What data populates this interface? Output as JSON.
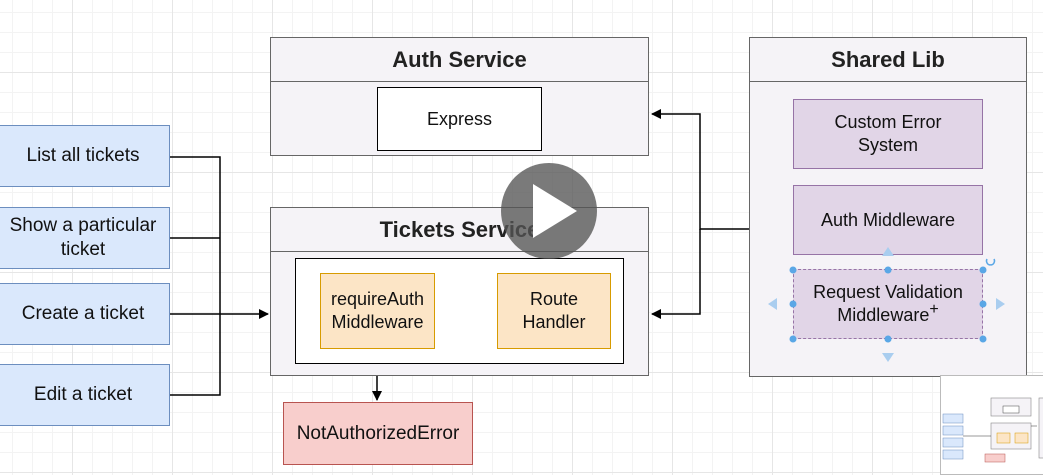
{
  "requests": [
    {
      "label": "List all tickets"
    },
    {
      "label": "Show a particular ticket"
    },
    {
      "label": "Create a ticket"
    },
    {
      "label": "Edit a ticket"
    }
  ],
  "auth_service": {
    "title": "Auth Service",
    "express_label": "Express"
  },
  "tickets_service": {
    "title": "Tickets Service",
    "require_auth_label": "requireAuth Middleware",
    "route_handler_label": "Route Handler"
  },
  "error_box": {
    "label": "NotAuthorizedError"
  },
  "shared_lib": {
    "title": "Shared Lib",
    "items": [
      {
        "label": "Custom Error System"
      },
      {
        "label": "Auth Middleware"
      },
      {
        "label": "Request Validation Middleware"
      }
    ]
  },
  "colors": {
    "request_fill": "#dae8fc",
    "request_border": "#6c8ebf",
    "orange_fill": "#fce5c6",
    "orange_border": "#d79b00",
    "purple_fill": "#e1d5e7",
    "purple_border": "#9673a6",
    "red_fill": "#f8cecc",
    "red_border": "#b85450",
    "selection_handle": "#5aa7e6"
  }
}
